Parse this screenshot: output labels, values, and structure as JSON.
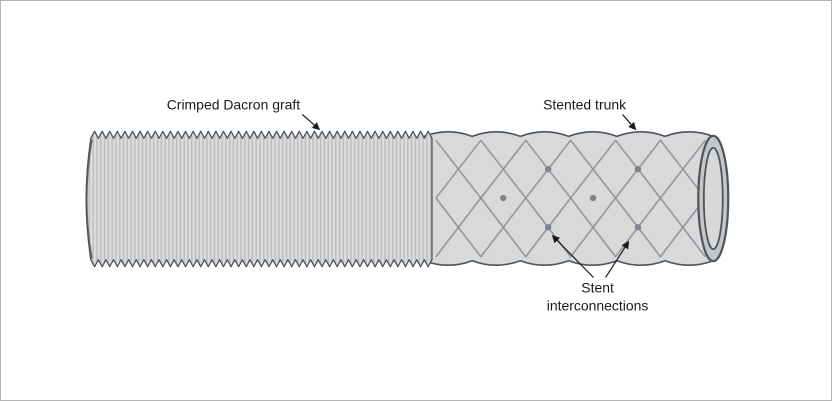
{
  "figure": {
    "labels": {
      "crimped_graft": "Crimped Dacron graft",
      "stented_trunk": "Stented trunk",
      "interconnections_line1": "Stent",
      "interconnections_line2": "interconnections"
    },
    "colors": {
      "background": "#ffffff",
      "frame_border": "#b3b3b3",
      "graft_fill": "#dcdcdc",
      "graft_fill_stented": "#d9d9d9",
      "crimp_line": "#bcbcbc",
      "outline": "#4a5560",
      "stent_wire": "#8a8f98",
      "stent_node": "#7d838c",
      "ring_wall": "#c6c6c6",
      "ring_lumen": "#d8d8d8",
      "label_text": "#1a1a1a",
      "arrow": "#1a1a1a"
    }
  }
}
